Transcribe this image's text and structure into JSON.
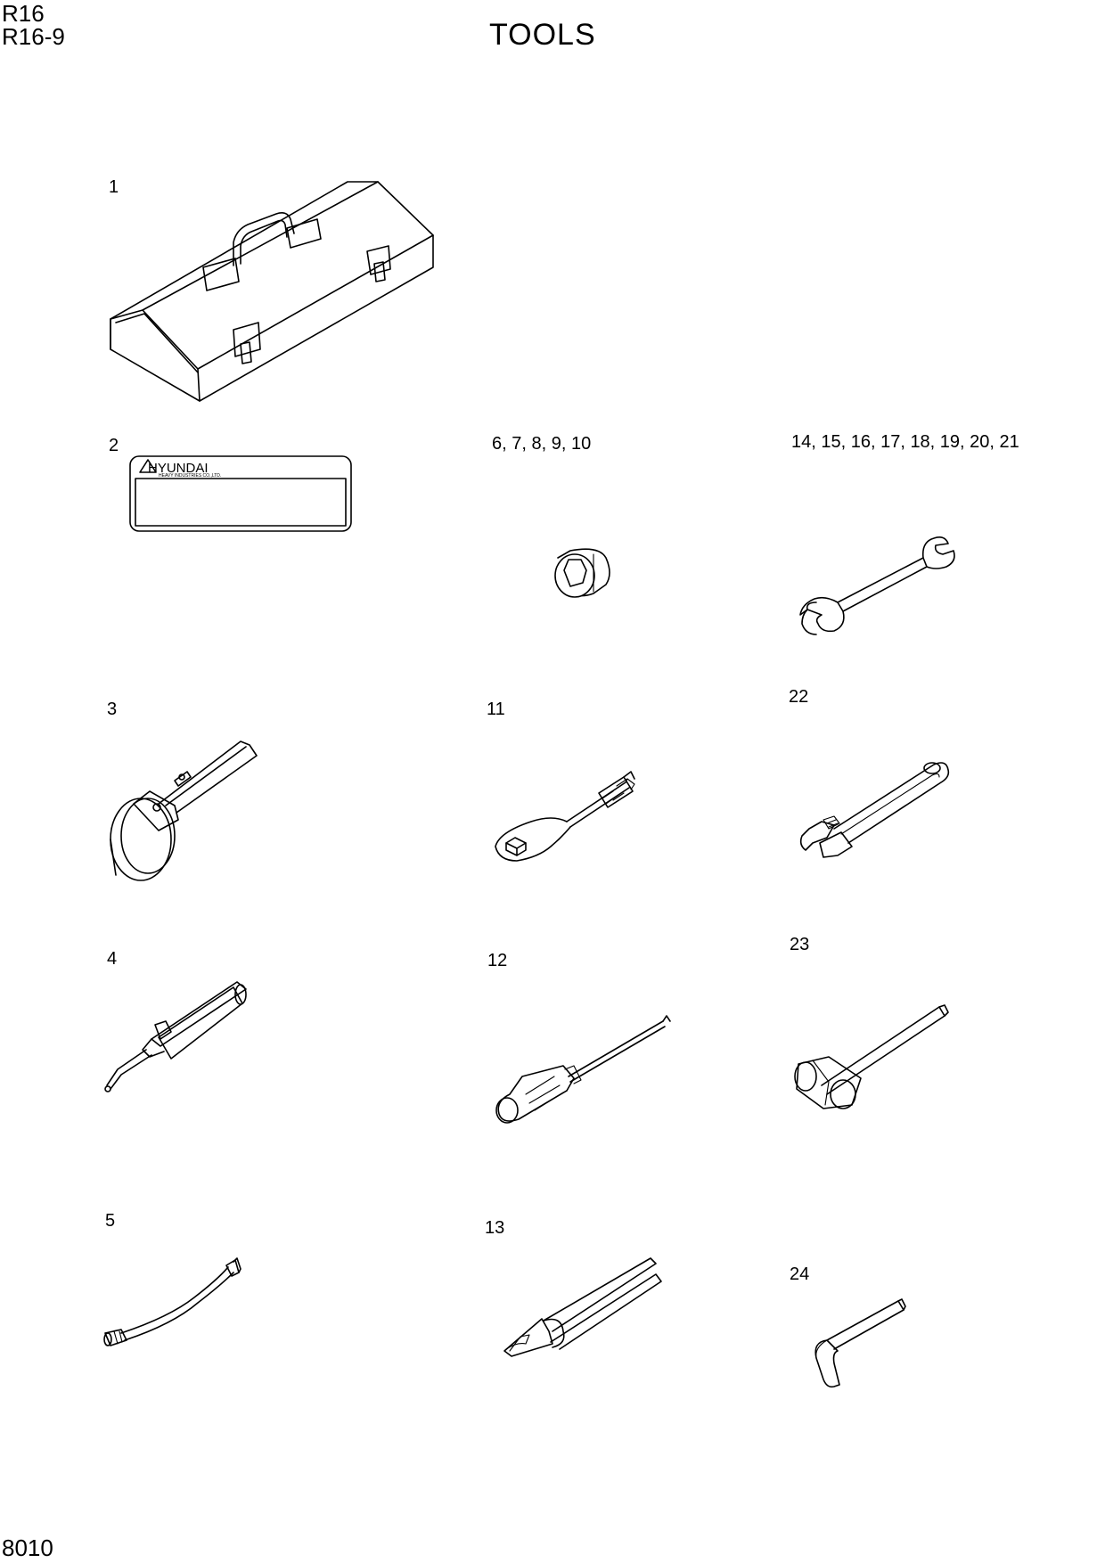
{
  "header": {
    "model_line_1": "R16",
    "model_line_2": "R16-9",
    "title": "TOOLS"
  },
  "footer": {
    "page_number": "8010"
  },
  "items": [
    {
      "label": "1",
      "icon": "toolbox-icon"
    },
    {
      "label": "2",
      "icon": "nameplate-icon"
    },
    {
      "label": "6, 7, 8, 9, 10",
      "icon": "socket-icon"
    },
    {
      "label": "14, 15, 16, 17, 18, 19, 20, 21",
      "icon": "open-end-wrench-icon"
    },
    {
      "label": "3",
      "icon": "filter-wrench-icon"
    },
    {
      "label": "11",
      "icon": "ratchet-handle-icon"
    },
    {
      "label": "22",
      "icon": "adjustable-wrench-icon"
    },
    {
      "label": "4",
      "icon": "grease-gun-icon"
    },
    {
      "label": "12",
      "icon": "screwdriver-icon"
    },
    {
      "label": "23",
      "icon": "hammer-icon"
    },
    {
      "label": "5",
      "icon": "grease-hose-icon"
    },
    {
      "label": "13",
      "icon": "pliers-icon"
    },
    {
      "label": "24",
      "icon": "hex-key-icon"
    }
  ],
  "nameplate": {
    "brand": "HYUNDAI",
    "subtitle": "HEAVY INDUSTRIES CO.,LTD."
  }
}
